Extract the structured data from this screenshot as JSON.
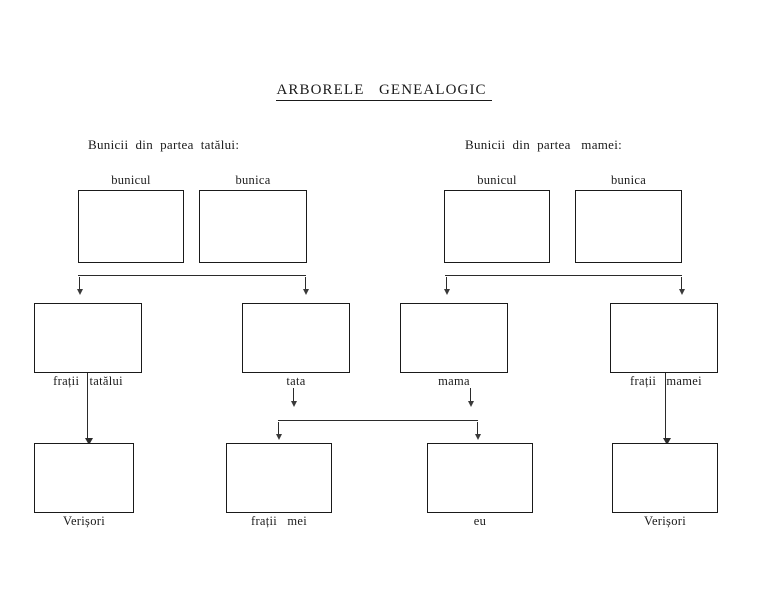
{
  "page": {
    "title": "ARBORELE   GENEALOGIC ",
    "background": "#ffffff",
    "ink": "#1a1a1a"
  },
  "sections": {
    "paternal": {
      "label": "Bunicii  din  partea  tatălui:"
    },
    "maternal": {
      "label": "Bunicii  din  partea   mamei:"
    }
  },
  "nodes": {
    "paternal_grandfather": {
      "label": "bunicul"
    },
    "paternal_grandmother": {
      "label": "bunica"
    },
    "maternal_grandfather": {
      "label": "bunicul"
    },
    "maternal_grandmother": {
      "label": "bunica"
    },
    "father_siblings": {
      "label": "frații   tatălui"
    },
    "father": {
      "label": "tata"
    },
    "mother": {
      "label": "mama"
    },
    "mother_siblings": {
      "label": "frații   mamei"
    },
    "cousins_paternal": {
      "label": "Verișori"
    },
    "my_siblings": {
      "label": "frații   mei"
    },
    "me": {
      "label": "eu"
    },
    "cousins_maternal": {
      "label": "Verișori"
    }
  }
}
